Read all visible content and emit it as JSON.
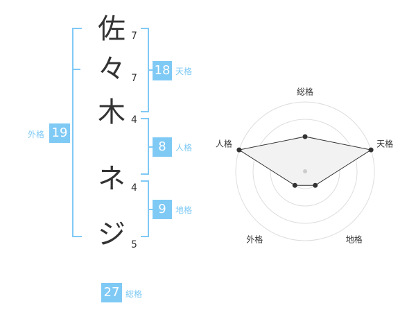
{
  "name_chars": [
    {
      "char": "佐",
      "strokes": "7"
    },
    {
      "char": "々",
      "strokes": "7"
    },
    {
      "char": "木",
      "strokes": "4"
    },
    {
      "char": "ネ",
      "strokes": "4"
    },
    {
      "char": "ジ",
      "strokes": "5"
    }
  ],
  "fortune": {
    "tenkaku": {
      "value": "18",
      "label": "天格"
    },
    "jinkaku": {
      "value": "8",
      "label": "人格"
    },
    "chikaku": {
      "value": "9",
      "label": "地格"
    },
    "gaikaku": {
      "value": "19",
      "label": "外格"
    },
    "soukaku": {
      "value": "27",
      "label": "総格"
    }
  },
  "radar": {
    "axes": [
      "総格",
      "天格",
      "地格",
      "外格",
      "人格"
    ],
    "values": [
      0.5,
      1.0,
      0.25,
      0.25,
      1.0
    ],
    "fill_color": "#f2f2f2",
    "line_color": "#333333",
    "ring_color": "#dddddd",
    "accent_color": "#7fc9f5"
  }
}
